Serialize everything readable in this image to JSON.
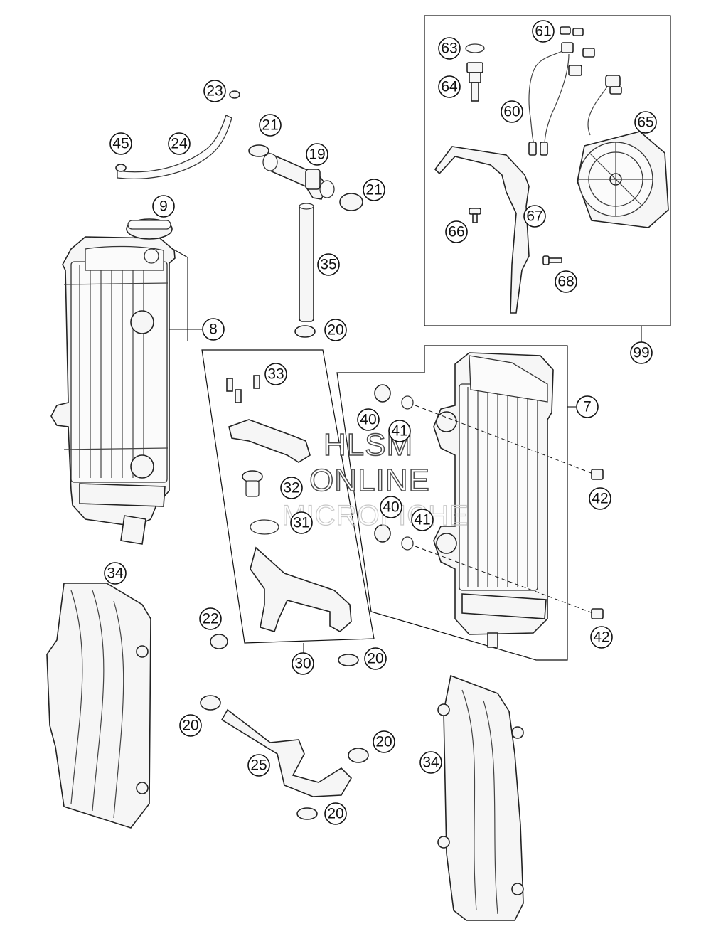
{
  "watermark": {
    "line1": "HLSM",
    "line2": "ONLINE",
    "line3": "MICROFICHE"
  },
  "callouts": {
    "c61": "61",
    "c63": "63",
    "c64": "64",
    "c60": "60",
    "c65": "65",
    "c66": "66",
    "c67": "67",
    "c68": "68",
    "c99": "99",
    "c23": "23",
    "c24": "24",
    "c45": "45",
    "c21a": "21",
    "c19": "19",
    "c21b": "21",
    "c9": "9",
    "c35": "35",
    "c8": "8",
    "c20a": "20",
    "c33": "33",
    "c7": "7",
    "c40a": "40",
    "c41a": "41",
    "c42a": "42",
    "c32": "32",
    "c31": "31",
    "c40b": "40",
    "c41b": "41",
    "c34a": "34",
    "c22": "22",
    "c42b": "42",
    "c30": "30",
    "c20b": "20",
    "c20c": "20",
    "c20d": "20",
    "c25": "25",
    "c34b": "34",
    "c20e": "20"
  },
  "colors": {
    "line": "#111111",
    "fill": "#f6f6f6",
    "watermark_outline": "#4a4a4a"
  }
}
